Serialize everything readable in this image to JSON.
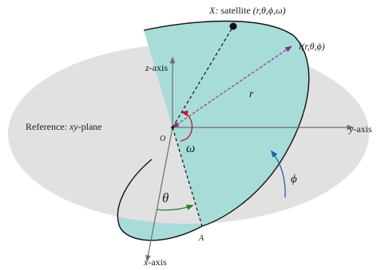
{
  "labels": {
    "satellite_prefix": "X:",
    "satellite_word": " satellite ",
    "satellite_tuple": "(r,θ,ϕ,ω)",
    "l_point": "l(r,θ,ϕ)",
    "r": "r",
    "z_axis_italic": "z",
    "z_axis_rest": "-axis",
    "y_axis_italic": "y",
    "y_axis_rest": "-axis",
    "x_axis_italic": "x",
    "x_axis_rest": "-axis",
    "plane_prefix": "Reference: ",
    "plane_italic": "xy",
    "plane_rest": "-plane",
    "origin": "O",
    "omega": "ω",
    "theta": "θ",
    "phi": "ϕ",
    "point_a": "A"
  },
  "colors": {
    "plane_fill": "#e1e1e1",
    "orbit_fill": "#a8dcd8",
    "axis": "#6e6e6e",
    "outline": "#111111",
    "r_vector": "#8e2f8a",
    "omega_arc": "#c8102e",
    "theta_arc": "#2e7d32",
    "phi_arc": "#1f5fb0"
  }
}
